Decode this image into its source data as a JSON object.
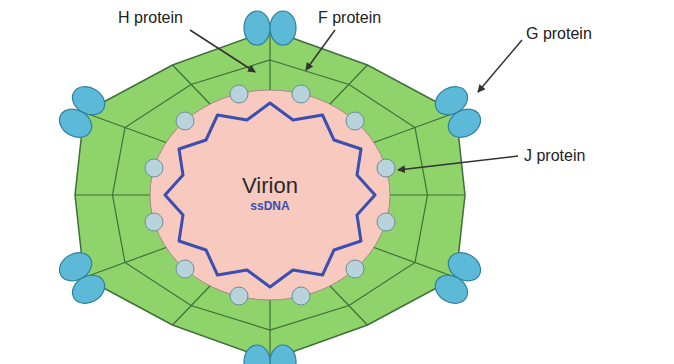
{
  "diagram": {
    "nodes": [
      {
        "text": [
          "Virion",
          "ssDNA"
        ]
      }
    ],
    "labels": [
      "H protein",
      "F protein",
      "G protein",
      "J protein"
    ]
  }
}
